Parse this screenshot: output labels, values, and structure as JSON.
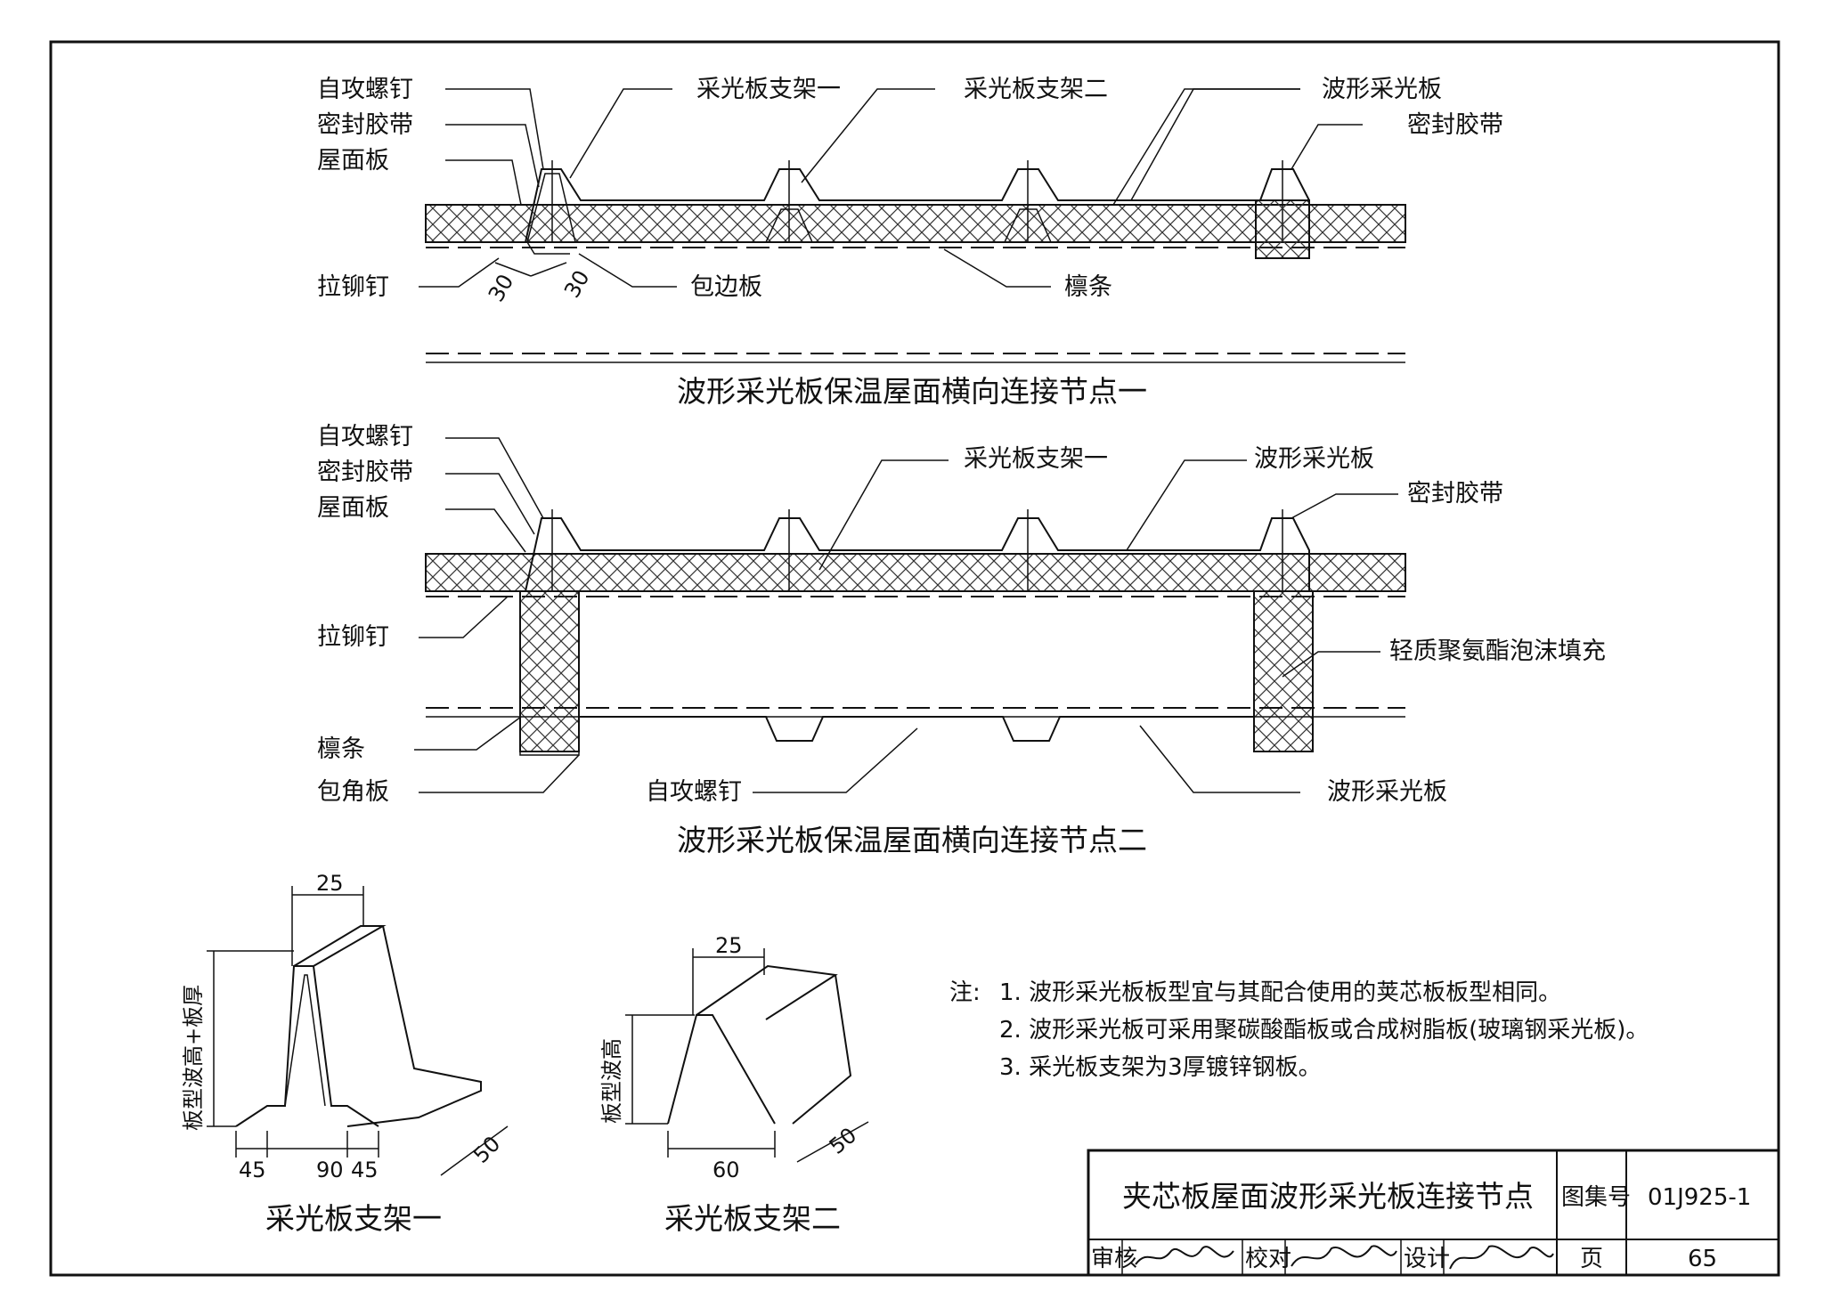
{
  "section1": {
    "title": "波形采光板保温屋面横向连接节点一",
    "labels": {
      "self_tapping_screw": "自攻螺钉",
      "seal_tape_left": "密封胶带",
      "roof_panel": "屋面板",
      "bracket_one": "采光板支架一",
      "bracket_two": "采光板支架二",
      "corrugated_sheet": "波形采光板",
      "seal_tape_right": "密封胶带",
      "rivet": "拉铆钉",
      "edge_flashing": "包边板",
      "purlin": "檩条"
    },
    "dims": [
      "30",
      "30"
    ]
  },
  "section2": {
    "title": "波形采光板保温屋面横向连接节点二",
    "labels": {
      "self_tapping_screw": "自攻螺钉",
      "seal_tape_left": "密封胶带",
      "roof_panel": "屋面板",
      "bracket_one": "采光板支架一",
      "corrugated_sheet_top": "波形采光板",
      "seal_tape_right": "密封胶带",
      "rivet": "拉铆钉",
      "foam_fill": "轻质聚氨酯泡沫填充",
      "purlin": "檩条",
      "corner_flashing": "包角板",
      "screw_bottom": "自攻螺钉",
      "corrugated_sheet_bottom": "波形采光板"
    }
  },
  "bracket1": {
    "caption": "采光板支架一",
    "top_dim": "25",
    "height_label": "板型波高+板厚",
    "bottom_dims": [
      "45",
      "90",
      "45"
    ],
    "depth_dim": "50"
  },
  "bracket2": {
    "caption": "采光板支架二",
    "top_dim": "25",
    "height_label": "板型波高",
    "bottom_dim": "60",
    "depth_dim": "50"
  },
  "notes": {
    "prefix": "注:",
    "items": [
      "1. 波形采光板板型宜与其配合使用的荚芯板板型相同。",
      "2. 波形采光板可采用聚碳酸酯板或合成树脂板(玻璃钢采光板)。",
      "3. 采光板支架为3厚镀锌钢板。"
    ]
  },
  "title_block": {
    "title": "夹芯板屋面波形采光板连接节点",
    "atlas_label": "图集号",
    "atlas_no": "01J925-1",
    "review_label": "审核",
    "check_label": "校对",
    "design_label": "设计",
    "page_label": "页",
    "page_no": "65"
  }
}
